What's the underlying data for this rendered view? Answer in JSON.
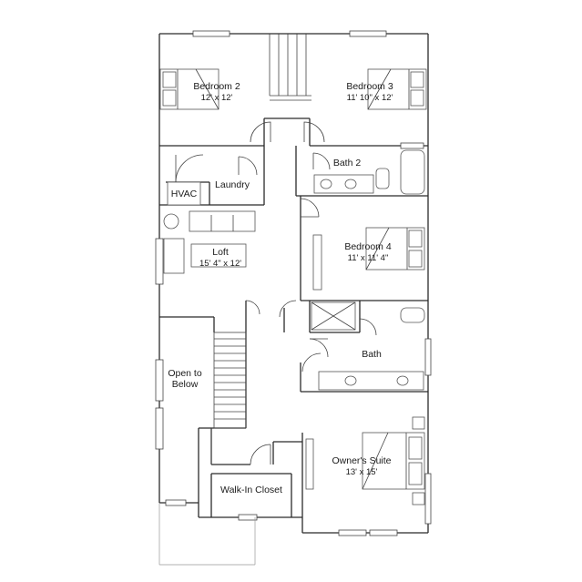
{
  "rooms": {
    "bedroom2": {
      "name": "Bedroom 2",
      "size": "12' x 12'"
    },
    "bedroom3": {
      "name": "Bedroom 3",
      "size": "11' 10\" x 12'"
    },
    "bath2": {
      "name": "Bath 2"
    },
    "laundry": {
      "name": "Laundry"
    },
    "hvac": {
      "name": "HVAC"
    },
    "loft": {
      "name": "Loft",
      "size": "15' 4\" x 12'"
    },
    "bedroom4": {
      "name": "Bedroom 4",
      "size": "11' x 11' 4\""
    },
    "bath": {
      "name": "Bath"
    },
    "open_to_below": {
      "line1": "Open to",
      "line2": "Below"
    },
    "owners_suite": {
      "name": "Owner's Suite",
      "size": "13' x 15'"
    },
    "walk_in_closet": {
      "name": "Walk-In Closet"
    }
  }
}
